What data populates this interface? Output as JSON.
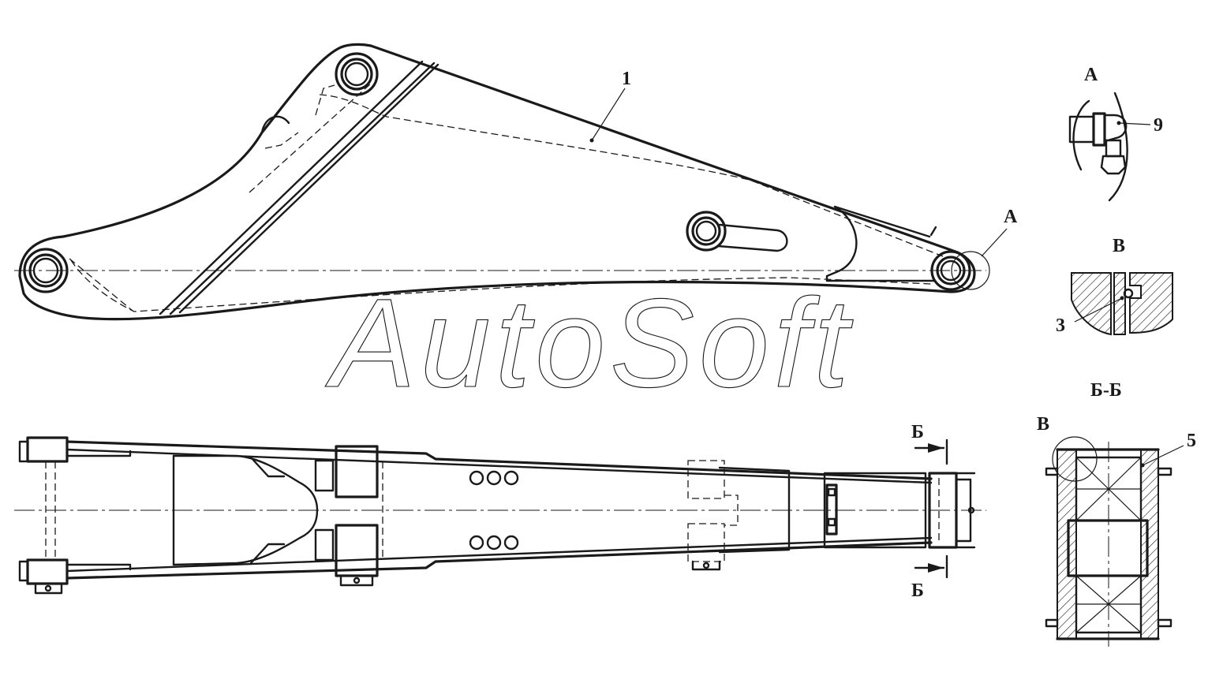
{
  "callouts": {
    "part_1": "1",
    "part_3": "3",
    "part_5": "5",
    "part_9": "9",
    "detail_a_marker": "А",
    "section_b_marker_top": "Б",
    "section_b_marker_bottom": "Б",
    "detail_v_marker": "В"
  },
  "view_titles": {
    "detail_a": "А",
    "detail_v": "В",
    "section_bb": "Б-Б"
  },
  "watermark": "AutoSoft"
}
